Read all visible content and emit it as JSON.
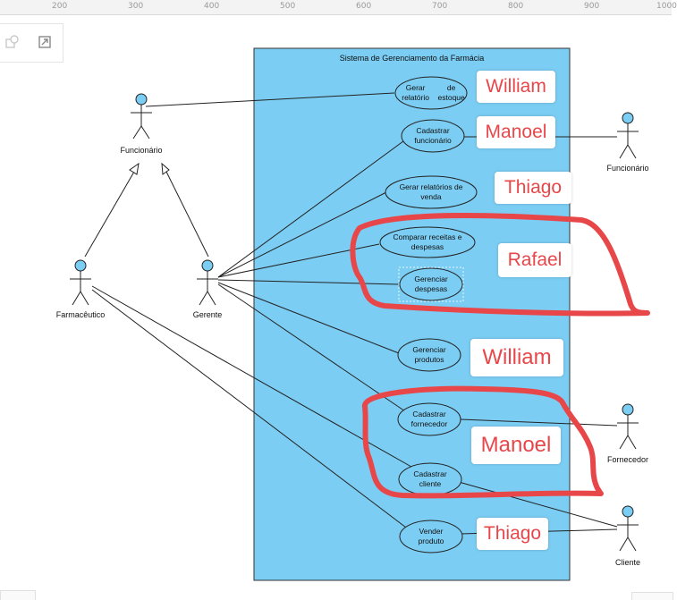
{
  "ruler": {
    "ticks": [
      "200",
      "300",
      "400",
      "500",
      "600",
      "700",
      "800",
      "900",
      "1000"
    ]
  },
  "toolbar": {
    "tools": [
      {
        "icon": "shapes-icon"
      },
      {
        "icon": "fit-page-icon"
      }
    ]
  },
  "diagram": {
    "system_title": "Sistema de Gerenciamento da Farmácia",
    "use_cases": [
      {
        "id": "uc1",
        "label": [
          "Gerar relatório",
          "de estoque"
        ]
      },
      {
        "id": "uc2",
        "label": [
          "Cadastrar",
          "funcionário"
        ]
      },
      {
        "id": "uc3",
        "label": [
          "Gerar relatórios de",
          "venda"
        ]
      },
      {
        "id": "uc4",
        "label": [
          "Comparar receitas e",
          "despesas"
        ]
      },
      {
        "id": "uc5",
        "label": [
          "Gerenciar",
          "despesas"
        ]
      },
      {
        "id": "uc6",
        "label": [
          "Gerenciar",
          "produtos"
        ]
      },
      {
        "id": "uc7",
        "label": [
          "Cadastrar",
          "fornecedor"
        ]
      },
      {
        "id": "uc8",
        "label": [
          "Cadastrar",
          "cliente"
        ]
      },
      {
        "id": "uc9",
        "label": [
          "Vender",
          "produto"
        ]
      }
    ],
    "actors": [
      {
        "id": "a-func-left",
        "name": "Funcionário"
      },
      {
        "id": "a-farm",
        "name": "Farmacêutico"
      },
      {
        "id": "a-gerente",
        "name": "Gerente"
      },
      {
        "id": "a-func-right",
        "name": "Funcionário"
      },
      {
        "id": "a-fornecedor",
        "name": "Fornecedor"
      },
      {
        "id": "a-cliente",
        "name": "Cliente"
      }
    ]
  },
  "annotations": {
    "name_tags": [
      "William",
      "Manoel",
      "Thiago",
      "Rafael",
      "William",
      "Manoel",
      "Thiago"
    ]
  },
  "colors": {
    "system_fill": "#7ccdf3",
    "usecase_fill": "#7ccdf3",
    "actor_head": "#7ccdf3",
    "highlight": "#e8474a"
  }
}
